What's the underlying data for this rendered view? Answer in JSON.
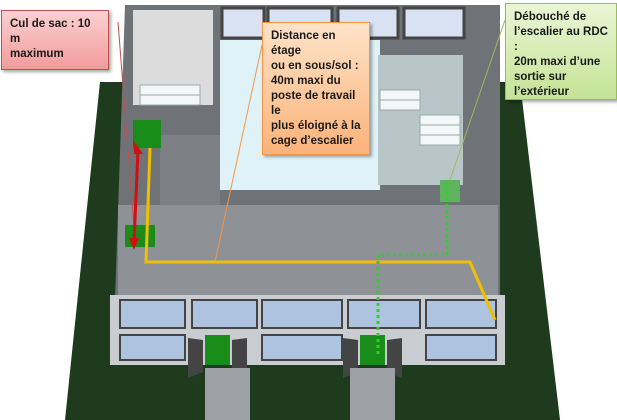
{
  "callouts": {
    "dead_end": {
      "lines": [
        "Cul de sac : 10 m",
        "maximum"
      ]
    },
    "floor_distance": {
      "lines": [
        "Distance en étage",
        "ou en sous/sol :",
        "40m maxi du",
        "poste de travail le",
        "plus éloigné à la",
        "cage d’escalier"
      ]
    },
    "ground_exit": {
      "lines": [
        "Débouché de",
        "l’escalier au RDC :",
        "20m maxi d’une",
        "sortie sur",
        "l’extérieur"
      ]
    }
  },
  "colors": {
    "dead_end": "#c0504d",
    "floor_path": "#f0c000",
    "exit_path": "#33cc33",
    "lawn": "#1e3b1e",
    "door": "#1a8c1a"
  }
}
